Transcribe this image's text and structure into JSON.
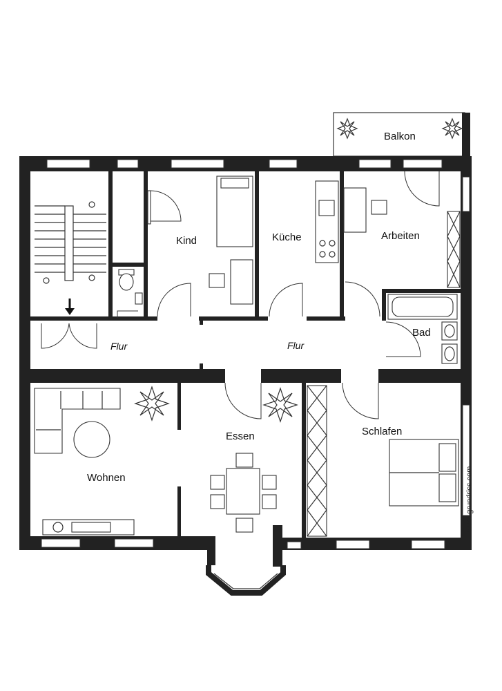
{
  "plan": {
    "rooms": {
      "balkon": "Balkon",
      "kind": "Kind",
      "kueche": "Küche",
      "arbeiten": "Arbeiten",
      "bad": "Bad",
      "flur_left": "Flur",
      "flur_right": "Flur",
      "wohnen": "Wohnen",
      "essen": "Essen",
      "schlafen": "Schlafen"
    },
    "watermark": "www.grundriss.com"
  },
  "colors": {
    "wall": "#222222",
    "line": "#333333",
    "background": "#ffffff"
  }
}
